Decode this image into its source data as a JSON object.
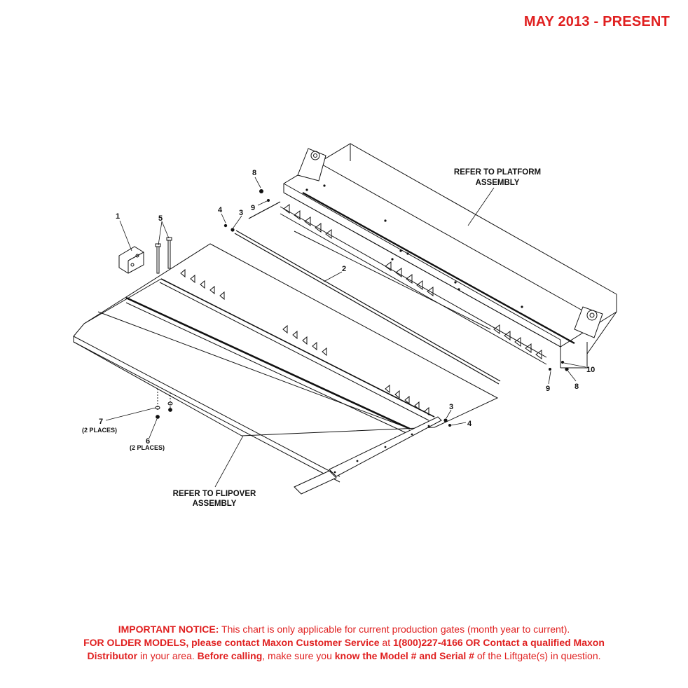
{
  "header": {
    "date_range": "MAY 2013 - PRESENT"
  },
  "callouts": {
    "c1": "1",
    "c2": "2",
    "c3a": "3",
    "c3b": "3",
    "c4a": "4",
    "c4b": "4",
    "c5": "5",
    "c6": "6",
    "c6_note": "(2 PLACES)",
    "c7": "7",
    "c7_note": "(2 PLACES)",
    "c8a": "8",
    "c8b": "8",
    "c9a": "9",
    "c9b": "9",
    "c10": "10"
  },
  "references": {
    "platform_line1": "REFER TO PLATFORM",
    "platform_line2": "ASSEMBLY",
    "flipover_line1": "REFER TO FLIPOVER",
    "flipover_line2": "ASSEMBLY"
  },
  "notice": {
    "l1_bold": "IMPORTANT NOTICE:",
    "l1_text": " This chart is only applicable for current production gates (month year to current).",
    "l2_bold1": "FOR OLDER MODELS, please contact Maxon Customer Service",
    "l2_text1": " at ",
    "l2_bold2": "1(800)227-4166 OR Contact a qualified Maxon",
    "l3_bold1": "Distributor",
    "l3_text1": " in your area. ",
    "l3_bold2": "Before calling",
    "l3_text2": ", make sure you ",
    "l3_bold3": "know the Model # and Serial #",
    "l3_text3": " of the Liftgate(s) in question."
  },
  "colors": {
    "accent_red": "#e02020",
    "line": "#111111"
  }
}
